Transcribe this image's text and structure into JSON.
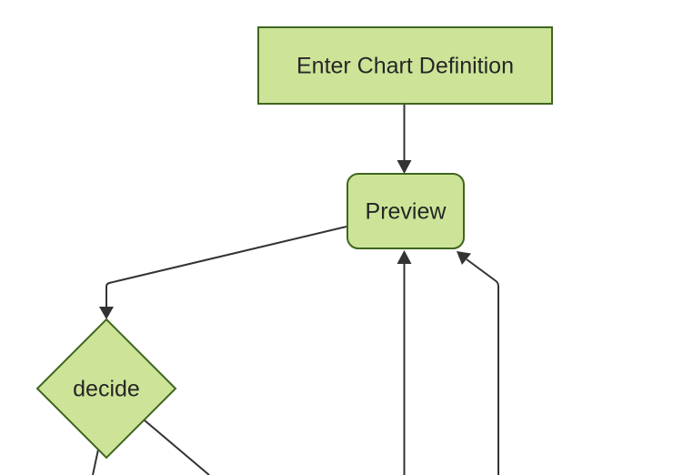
{
  "diagram": {
    "type": "flowchart",
    "orientation": "top-down",
    "nodes": [
      {
        "id": "enter-chart-definition",
        "label": "Enter Chart Definition",
        "shape": "rectangle"
      },
      {
        "id": "preview",
        "label": "Preview",
        "shape": "rounded-rectangle"
      },
      {
        "id": "decide",
        "label": "decide",
        "shape": "diamond"
      }
    ],
    "edges": [
      {
        "from": "enter-chart-definition",
        "to": "preview",
        "arrow": true
      },
      {
        "from": "preview",
        "to": "decide",
        "arrow": true
      },
      {
        "from": "decide",
        "to": "offscreen-bottom-left",
        "arrow": false
      },
      {
        "from": "decide",
        "to": "offscreen-bottom-right",
        "arrow": false
      },
      {
        "from": "offscreen-bottom-center",
        "to": "preview",
        "arrow": true
      },
      {
        "from": "offscreen-bottom-right",
        "to": "preview",
        "arrow": true
      }
    ],
    "colors": {
      "node_fill": "#cde498",
      "node_border": "#3e661f",
      "edge_line": "#333333",
      "label_text": "#262626",
      "background": "#ffffff"
    }
  }
}
